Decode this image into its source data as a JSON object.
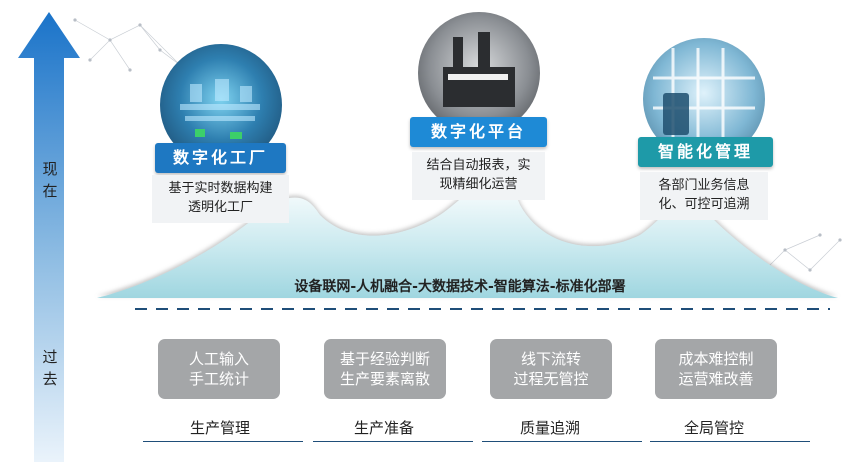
{
  "axis": {
    "top_label": "现在",
    "bottom_label": "过去"
  },
  "tech_band": "设备联网-人机融合-大数据技术-智能算法-标准化部署",
  "stages": [
    {
      "title": "数字化工厂",
      "desc": [
        "基于实时数据构建",
        "透明化工厂"
      ],
      "color": "#1e78c2",
      "icon": "factory-photo-icon"
    },
    {
      "title": "数字化平台",
      "desc": [
        "结合自动报表，实",
        "现精细化运营"
      ],
      "color": "#1e8ad6",
      "icon": "machine-photo-icon"
    },
    {
      "title": "智能化管理",
      "desc": [
        "各部门业务信息",
        "化、可控可追溯"
      ],
      "color": "#1e9aa8",
      "icon": "warehouse-photo-icon"
    }
  ],
  "past_problems": [
    {
      "lines": [
        "人工输入",
        "手工统计"
      ],
      "category": "生产管理"
    },
    {
      "lines": [
        "基于经验判断",
        "生产要素离散"
      ],
      "category": "生产准备"
    },
    {
      "lines": [
        "线下流转",
        "过程无管控"
      ],
      "category": "质量追溯"
    },
    {
      "lines": [
        "成本难控制",
        "运营难改善"
      ],
      "category": "全局管控"
    }
  ]
}
